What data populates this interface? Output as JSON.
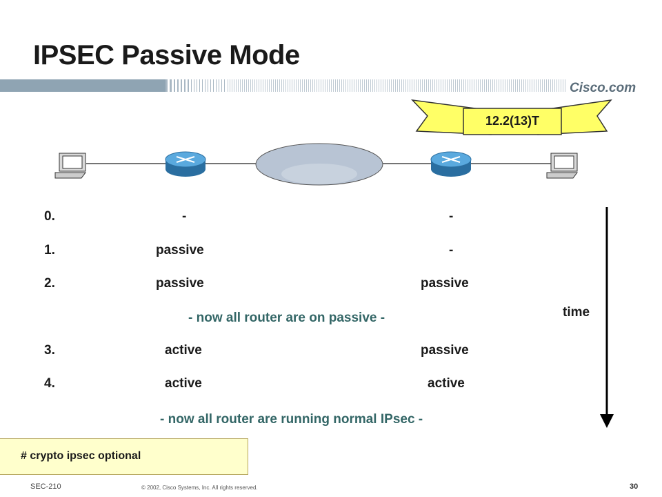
{
  "slide": {
    "title": "IPSEC Passive Mode",
    "logo": "Cisco.com",
    "version_banner": "12.2(13)T"
  },
  "rows": [
    {
      "num": "0.",
      "left": "-",
      "right": "-"
    },
    {
      "num": "1.",
      "left": "passive",
      "right": "-"
    },
    {
      "num": "2.",
      "left": "passive",
      "right": "passive"
    },
    {
      "num": "3.",
      "left": "active",
      "right": "passive"
    },
    {
      "num": "4.",
      "left": "active",
      "right": "active"
    }
  ],
  "notes": {
    "all_passive": "- now all router are on passive -",
    "all_normal": "- now all router are running normal IPsec -"
  },
  "time_label": "time",
  "crypto_command": "# crypto ipsec optional",
  "footer": {
    "code": "SEC-210",
    "copyright": "© 2002, Cisco Systems, Inc. All rights reserved.",
    "page": "30"
  },
  "colors": {
    "note_text": "#336666",
    "banner_fill": "#ffff66",
    "router_blue": "#3a8fc7",
    "cloud_fill": "#b8c4d4"
  },
  "icons": [
    "workstation-icon",
    "router-icon",
    "cloud-icon"
  ]
}
